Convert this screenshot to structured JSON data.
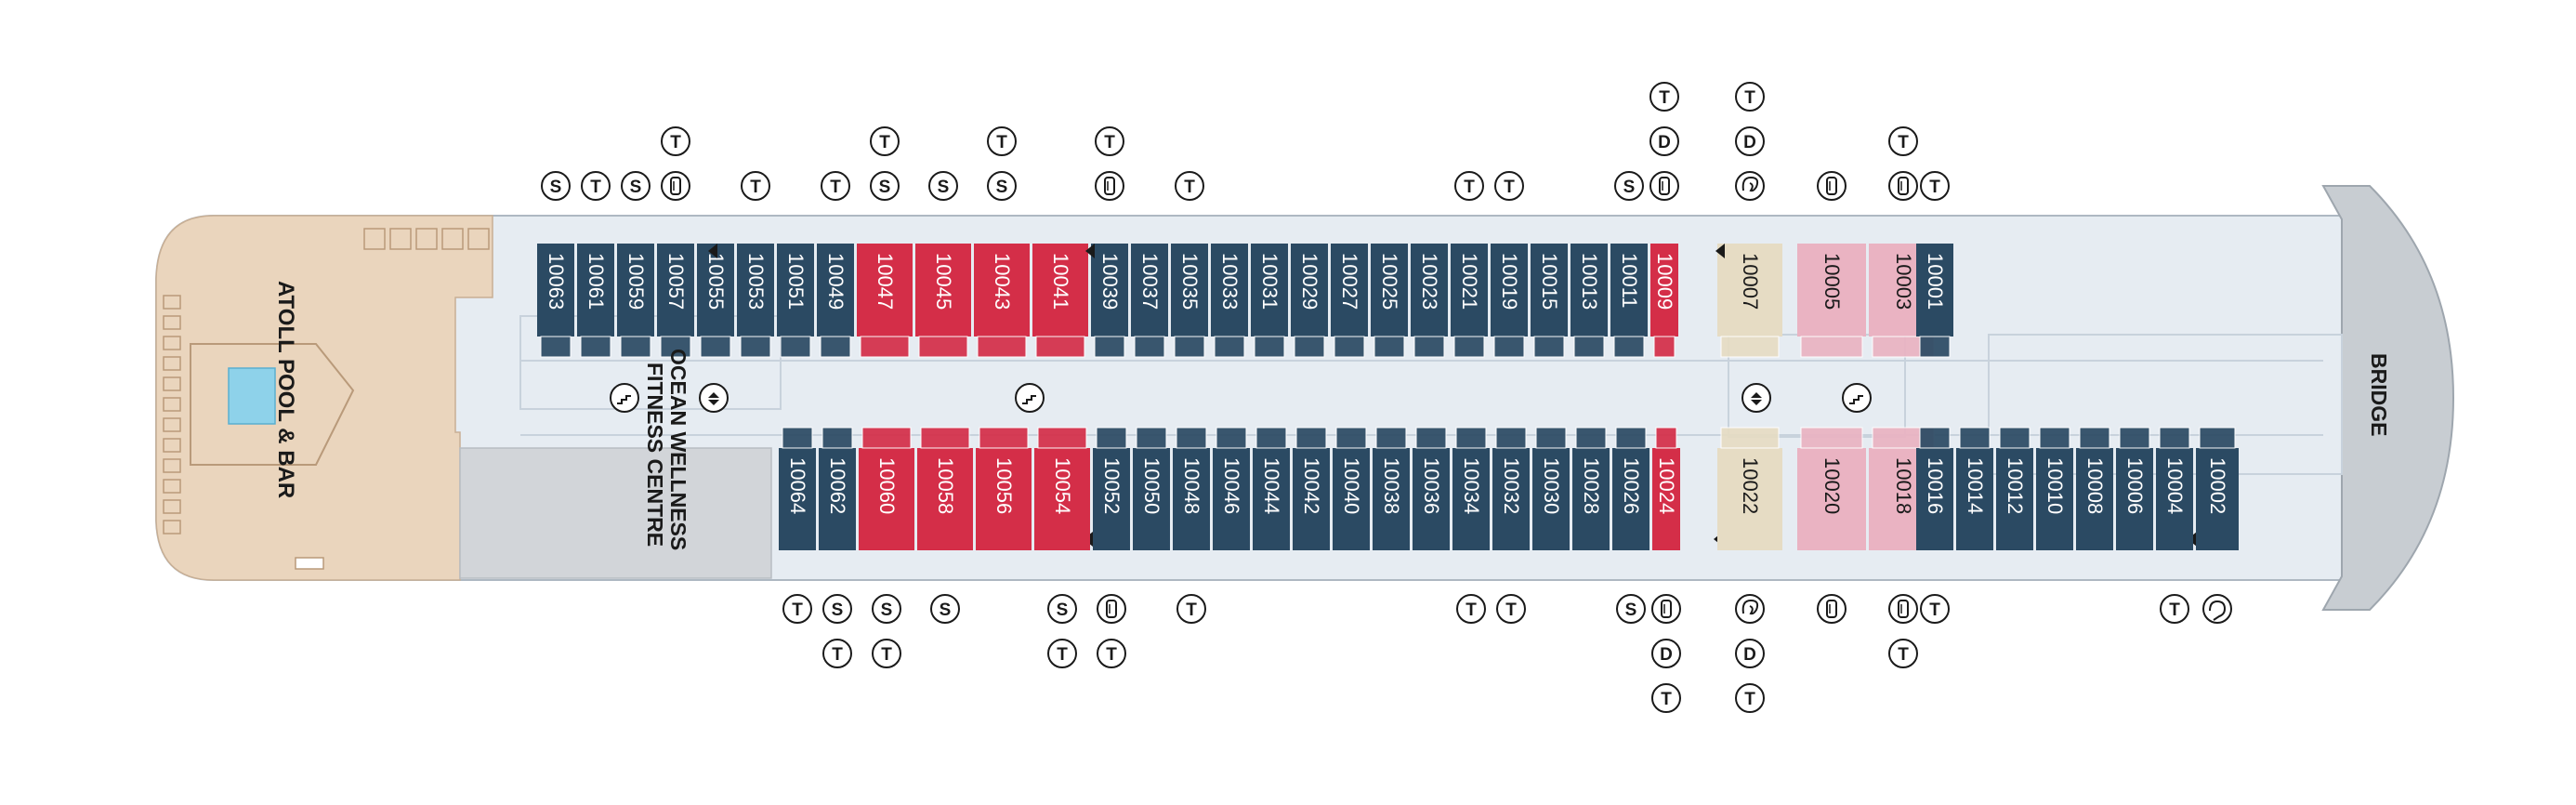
{
  "colors": {
    "navy": "#2B4A63",
    "red": "#D42E48",
    "pink": "#EAB3C2",
    "beige": "#E6DCC4",
    "deck": "#E6ECF2",
    "deck_line": "#C8D2DC",
    "pool_deck": "#EAD5BD",
    "pool_water": "#8ED2EA",
    "bridge": "#C8CDD2",
    "gray_room": "#D2D5D9",
    "label_text": "#1A1A1A"
  },
  "labels": {
    "atoll": "ATOLL POOL & BAR",
    "ocean": "OCEAN WELLNESS",
    "fitness": "FITNESS CENTRE",
    "bridge": "BRIDGE"
  },
  "cabins_top": [
    {
      "id": "c10063",
      "num": "10063",
      "color": "navy"
    },
    {
      "id": "c10061",
      "num": "10061",
      "color": "navy"
    },
    {
      "id": "c10059",
      "num": "10059",
      "color": "navy"
    },
    {
      "id": "c10057",
      "num": "10057",
      "color": "navy"
    },
    {
      "id": "c10055",
      "num": "10055",
      "color": "navy"
    },
    {
      "id": "c10053",
      "num": "10053",
      "color": "navy"
    },
    {
      "id": "c10051",
      "num": "10051",
      "color": "navy"
    },
    {
      "id": "c10049",
      "num": "10049",
      "color": "navy"
    },
    {
      "id": "c10047",
      "num": "10047",
      "color": "red"
    },
    {
      "id": "c10045",
      "num": "10045",
      "color": "red"
    },
    {
      "id": "c10043",
      "num": "10043",
      "color": "red"
    },
    {
      "id": "c10041",
      "num": "10041",
      "color": "red"
    },
    {
      "id": "c10039",
      "num": "10039",
      "color": "navy"
    },
    {
      "id": "c10037",
      "num": "10037",
      "color": "navy"
    },
    {
      "id": "c10035",
      "num": "10035",
      "color": "navy"
    },
    {
      "id": "c10033",
      "num": "10033",
      "color": "navy"
    },
    {
      "id": "c10031",
      "num": "10031",
      "color": "navy"
    },
    {
      "id": "c10029",
      "num": "10029",
      "color": "navy"
    },
    {
      "id": "c10027",
      "num": "10027",
      "color": "navy"
    },
    {
      "id": "c10025",
      "num": "10025",
      "color": "navy"
    },
    {
      "id": "c10023",
      "num": "10023",
      "color": "navy"
    },
    {
      "id": "c10021",
      "num": "10021",
      "color": "navy"
    },
    {
      "id": "c10019",
      "num": "10019",
      "color": "navy"
    },
    {
      "id": "c10015",
      "num": "10015",
      "color": "navy"
    },
    {
      "id": "c10013",
      "num": "10013",
      "color": "navy"
    },
    {
      "id": "c10011",
      "num": "10011",
      "color": "navy"
    },
    {
      "id": "c10009",
      "num": "10009",
      "color": "red"
    },
    {
      "id": "c10007",
      "num": "10007",
      "color": "beige"
    },
    {
      "id": "c10005",
      "num": "10005",
      "color": "pink"
    },
    {
      "id": "c10003",
      "num": "10003",
      "color": "pink"
    },
    {
      "id": "c10001",
      "num": "10001",
      "color": "navy"
    }
  ],
  "cabins_bottom": [
    {
      "id": "c10064",
      "num": "10064",
      "color": "navy"
    },
    {
      "id": "c10062",
      "num": "10062",
      "color": "navy"
    },
    {
      "id": "c10060",
      "num": "10060",
      "color": "red"
    },
    {
      "id": "c10058",
      "num": "10058",
      "color": "red"
    },
    {
      "id": "c10056",
      "num": "10056",
      "color": "red"
    },
    {
      "id": "c10054",
      "num": "10054",
      "color": "red"
    },
    {
      "id": "c10052",
      "num": "10052",
      "color": "navy"
    },
    {
      "id": "c10050",
      "num": "10050",
      "color": "navy"
    },
    {
      "id": "c10048",
      "num": "10048",
      "color": "navy"
    },
    {
      "id": "c10046",
      "num": "10046",
      "color": "navy"
    },
    {
      "id": "c10044",
      "num": "10044",
      "color": "navy"
    },
    {
      "id": "c10042",
      "num": "10042",
      "color": "navy"
    },
    {
      "id": "c10040",
      "num": "10040",
      "color": "navy"
    },
    {
      "id": "c10038",
      "num": "10038",
      "color": "navy"
    },
    {
      "id": "c10036",
      "num": "10036",
      "color": "navy"
    },
    {
      "id": "c10034",
      "num": "10034",
      "color": "navy"
    },
    {
      "id": "c10032",
      "num": "10032",
      "color": "navy"
    },
    {
      "id": "c10030",
      "num": "10030",
      "color": "navy"
    },
    {
      "id": "c10028",
      "num": "10028",
      "color": "navy"
    },
    {
      "id": "c10026",
      "num": "10026",
      "color": "navy"
    },
    {
      "id": "c10024",
      "num": "10024",
      "color": "red"
    },
    {
      "id": "c10022",
      "num": "10022",
      "color": "beige"
    },
    {
      "id": "c10020",
      "num": "10020",
      "color": "pink"
    },
    {
      "id": "c10018",
      "num": "10018",
      "color": "pink"
    },
    {
      "id": "c10016",
      "num": "10016",
      "color": "navy"
    },
    {
      "id": "c10014",
      "num": "10014",
      "color": "navy"
    },
    {
      "id": "c10012",
      "num": "10012",
      "color": "navy"
    },
    {
      "id": "c10010",
      "num": "10010",
      "color": "navy"
    },
    {
      "id": "c10008",
      "num": "10008",
      "color": "navy"
    },
    {
      "id": "c10006",
      "num": "10006",
      "color": "navy"
    },
    {
      "id": "c10004",
      "num": "10004",
      "color": "navy"
    },
    {
      "id": "c10002",
      "num": "10002",
      "color": "navy"
    }
  ],
  "badges_top": [
    {
      "cabin": "10063",
      "row1": "S"
    },
    {
      "cabin": "10061",
      "row1": "T"
    },
    {
      "cabin": "10059",
      "row1": "S"
    },
    {
      "cabin": "10057",
      "row1": "wheelchair",
      "row2": "T"
    },
    {
      "cabin": "10053",
      "row1": "T"
    },
    {
      "cabin": "10049",
      "row1": "T"
    },
    {
      "cabin": "10047",
      "row1": "S",
      "row2": "T"
    },
    {
      "cabin": "10045",
      "row1": "S"
    },
    {
      "cabin": "10043",
      "row1": "S",
      "row2": "T"
    },
    {
      "cabin": "10039",
      "row1": "wheelchair",
      "row2": "T"
    },
    {
      "cabin": "10035",
      "row1": "T"
    },
    {
      "cabin": "10021",
      "row1": "T"
    },
    {
      "cabin": "10019",
      "row1": "T"
    },
    {
      "cabin": "10011",
      "row1": "S"
    },
    {
      "cabin": "10009",
      "row1": "wheelchair",
      "row2": "D",
      "row3": "T"
    },
    {
      "cabin": "10007",
      "row1": "hearing",
      "row2": "D",
      "row3": "T"
    },
    {
      "cabin": "10005",
      "row1": "wheelchair"
    },
    {
      "cabin": "10003",
      "row1": "wheelchair",
      "row2": "T"
    },
    {
      "cabin": "10001",
      "row1": "T"
    }
  ],
  "badges_bottom": [
    {
      "cabin": "10064",
      "row1": "T"
    },
    {
      "cabin": "10062",
      "row1": "S",
      "row2": "T"
    },
    {
      "cabin": "10060",
      "row1": "S",
      "row2": "T"
    },
    {
      "cabin": "10058",
      "row1": "S"
    },
    {
      "cabin": "10054",
      "row1": "S",
      "row2": "T"
    },
    {
      "cabin": "10052",
      "row1": "wheelchair",
      "row2": "T"
    },
    {
      "cabin": "10048",
      "row1": "T"
    },
    {
      "cabin": "10034",
      "row1": "T"
    },
    {
      "cabin": "10032",
      "row1": "T"
    },
    {
      "cabin": "10026",
      "row1": "S"
    },
    {
      "cabin": "10024",
      "row1": "wheelchair",
      "row2": "D",
      "row3": "T"
    },
    {
      "cabin": "10022",
      "row1": "hearing",
      "row2": "D",
      "row3": "T"
    },
    {
      "cabin": "10020",
      "row1": "wheelchair"
    },
    {
      "cabin": "10018",
      "row1": "wheelchair",
      "row2": "T"
    },
    {
      "cabin": "10016",
      "row1": "T"
    },
    {
      "cabin": "10004",
      "row1": "T"
    },
    {
      "cabin": "10002",
      "row1": "hearing-ear"
    }
  ],
  "legend_icons": [
    "stairs-icon",
    "elevator-icon",
    "stairs-icon",
    "elevator-icon",
    "stairs-icon"
  ]
}
